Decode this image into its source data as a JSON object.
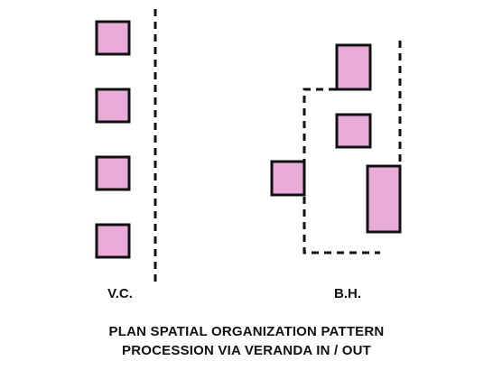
{
  "colors": {
    "room_fill": "#e8aad6",
    "line": "#111111",
    "background": "#ffffff"
  },
  "labels": {
    "left": "V.C.",
    "right": "B.H."
  },
  "caption": {
    "line1": "PLAN SPATIAL ORGANIZATION PATTERN",
    "line2": "PROCESSION VIA VERANDA IN / OUT"
  }
}
